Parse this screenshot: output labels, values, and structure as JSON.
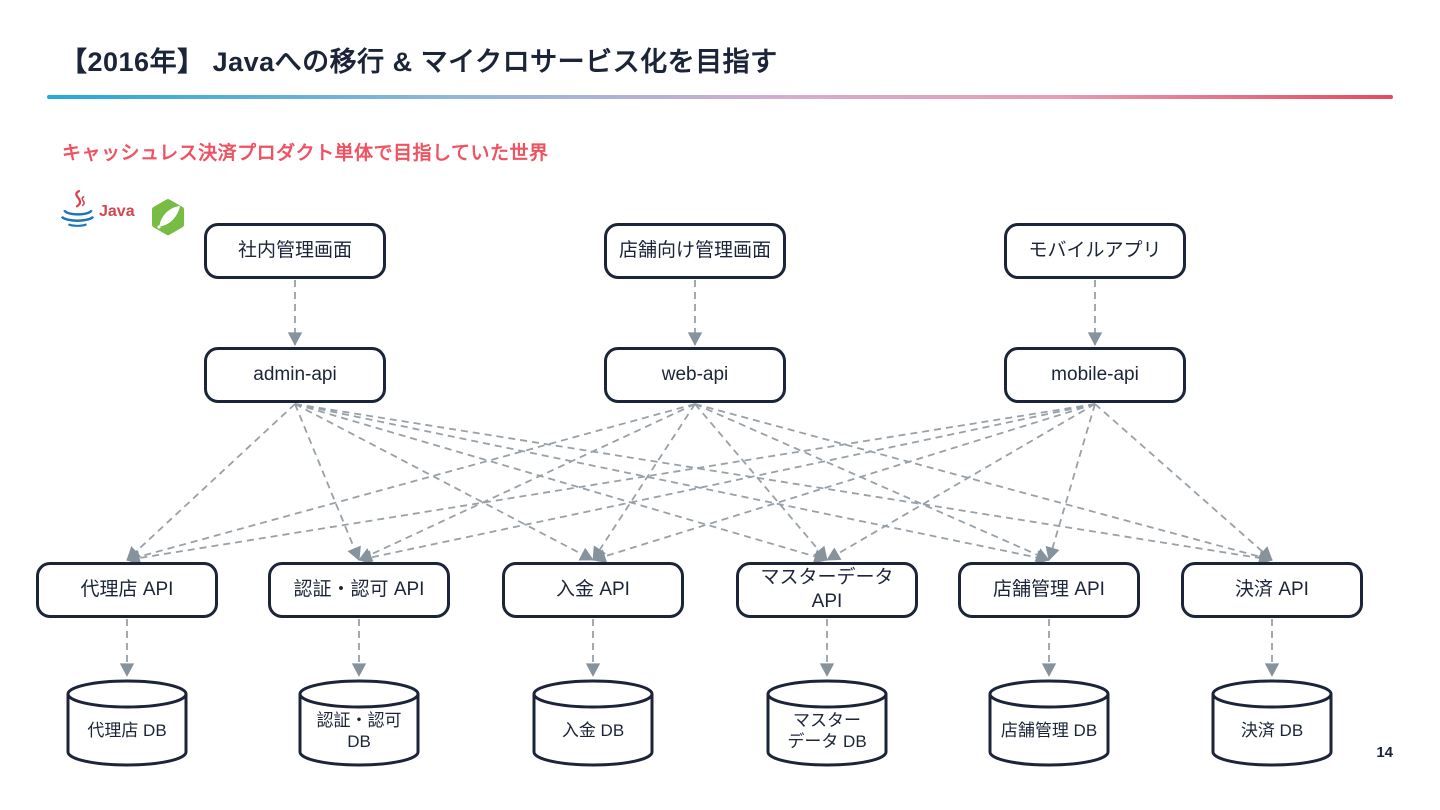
{
  "slide": {
    "title": "【2016年】 Javaへの移行 & マイクロサービス化を目指す",
    "subtitle": "キャッシュレス決済プロダクト単体で目指していた世界",
    "page_number": "14",
    "colors": {
      "navy": "#1b2438",
      "subtitle_red": "#f05262",
      "edge_gray": "#98a1a8",
      "gradient_start": "#25a9d6",
      "gradient_end": "#e34a61",
      "java_red": "#d6454f",
      "java_blue": "#1b75bb",
      "spring_green": "#77bc43"
    }
  },
  "logos": {
    "java_label": "Java",
    "java_icon": "java-coffee-cup-icon",
    "spring_icon": "spring-leaf-icon"
  },
  "nodes": {
    "screens": [
      {
        "id": "screen-internal",
        "label": "社内管理画面"
      },
      {
        "id": "screen-store",
        "label": "店舗向け管理画面"
      },
      {
        "id": "screen-mobile",
        "label": "モバイルアプリ"
      }
    ],
    "apis": [
      {
        "id": "admin-api",
        "label": "admin-api"
      },
      {
        "id": "web-api",
        "label": "web-api"
      },
      {
        "id": "mobile-api",
        "label": "mobile-api"
      }
    ],
    "services": [
      {
        "id": "svc-agency",
        "label": "代理店 API"
      },
      {
        "id": "svc-auth",
        "label": "認証・認可 API"
      },
      {
        "id": "svc-deposit",
        "label": "入金 API"
      },
      {
        "id": "svc-master",
        "label": "マスターデータ\nAPI"
      },
      {
        "id": "svc-store",
        "label": "店舗管理 API"
      },
      {
        "id": "svc-payment",
        "label": "決済 API"
      }
    ],
    "databases": [
      {
        "id": "db-agency",
        "label": "代理店 DB"
      },
      {
        "id": "db-auth",
        "label": "認証・認可\nDB"
      },
      {
        "id": "db-deposit",
        "label": "入金 DB"
      },
      {
        "id": "db-master",
        "label": "マスター\nデータ DB"
      },
      {
        "id": "db-store",
        "label": "店舗管理 DB"
      },
      {
        "id": "db-payment",
        "label": "決済 DB"
      }
    ]
  },
  "edges": [
    {
      "from": "screen-internal",
      "to": "admin-api"
    },
    {
      "from": "screen-store",
      "to": "web-api"
    },
    {
      "from": "screen-mobile",
      "to": "mobile-api"
    },
    {
      "from": "admin-api",
      "to": "svc-agency"
    },
    {
      "from": "admin-api",
      "to": "svc-auth"
    },
    {
      "from": "admin-api",
      "to": "svc-deposit"
    },
    {
      "from": "admin-api",
      "to": "svc-master"
    },
    {
      "from": "admin-api",
      "to": "svc-store"
    },
    {
      "from": "admin-api",
      "to": "svc-payment"
    },
    {
      "from": "web-api",
      "to": "svc-agency"
    },
    {
      "from": "web-api",
      "to": "svc-auth"
    },
    {
      "from": "web-api",
      "to": "svc-deposit"
    },
    {
      "from": "web-api",
      "to": "svc-master"
    },
    {
      "from": "web-api",
      "to": "svc-store"
    },
    {
      "from": "web-api",
      "to": "svc-payment"
    },
    {
      "from": "mobile-api",
      "to": "svc-agency"
    },
    {
      "from": "mobile-api",
      "to": "svc-auth"
    },
    {
      "from": "mobile-api",
      "to": "svc-deposit"
    },
    {
      "from": "mobile-api",
      "to": "svc-master"
    },
    {
      "from": "mobile-api",
      "to": "svc-store"
    },
    {
      "from": "mobile-api",
      "to": "svc-payment"
    },
    {
      "from": "svc-agency",
      "to": "db-agency"
    },
    {
      "from": "svc-auth",
      "to": "db-auth"
    },
    {
      "from": "svc-deposit",
      "to": "db-deposit"
    },
    {
      "from": "svc-master",
      "to": "db-master"
    },
    {
      "from": "svc-store",
      "to": "db-store"
    },
    {
      "from": "svc-payment",
      "to": "db-payment"
    }
  ]
}
